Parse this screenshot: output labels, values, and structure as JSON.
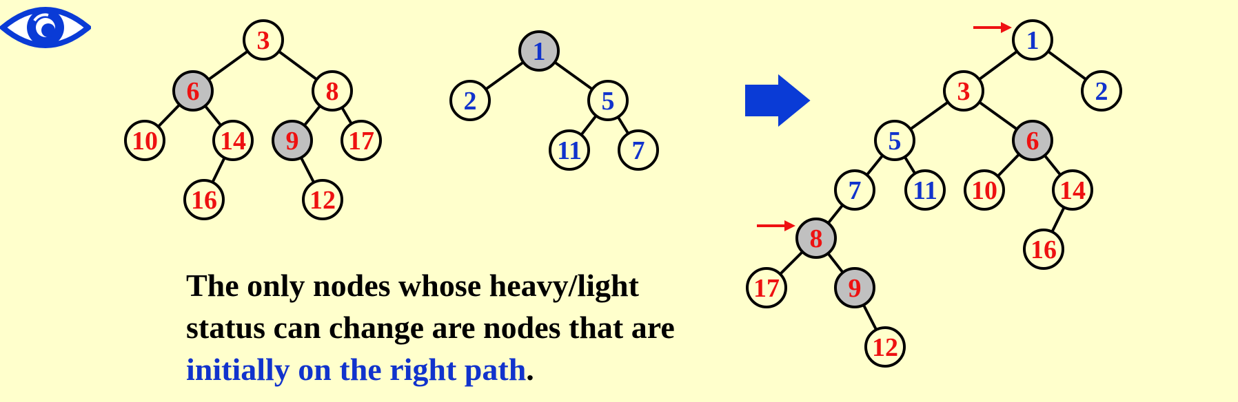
{
  "colors": {
    "background": "#ffffcc",
    "heap_a_label": "#ee1111",
    "heap_b_label": "#1133cc",
    "light_node_fill": "#ffffcc",
    "heavy_node_fill": "#c0c0c0",
    "node_stroke": "#000000",
    "arrow": "#0a3bd6",
    "pointer_arrow": "#ee1111",
    "eye": "#0a3bd6"
  },
  "heap_a": {
    "nodes": [
      {
        "id": "a3",
        "key": "3",
        "heavy": false,
        "heap": "a"
      },
      {
        "id": "a6",
        "key": "6",
        "heavy": true,
        "heap": "a"
      },
      {
        "id": "a8",
        "key": "8",
        "heavy": false,
        "heap": "a"
      },
      {
        "id": "a10",
        "key": "10",
        "heavy": false,
        "heap": "a"
      },
      {
        "id": "a14",
        "key": "14",
        "heavy": false,
        "heap": "a"
      },
      {
        "id": "a9",
        "key": "9",
        "heavy": true,
        "heap": "a"
      },
      {
        "id": "a17",
        "key": "17",
        "heavy": false,
        "heap": "a"
      },
      {
        "id": "a16",
        "key": "16",
        "heavy": false,
        "heap": "a"
      },
      {
        "id": "a12",
        "key": "12",
        "heavy": false,
        "heap": "a"
      }
    ],
    "edges": [
      [
        "a3",
        "a6"
      ],
      [
        "a3",
        "a8"
      ],
      [
        "a6",
        "a10"
      ],
      [
        "a6",
        "a14"
      ],
      [
        "a8",
        "a9"
      ],
      [
        "a8",
        "a17"
      ],
      [
        "a14",
        "a16"
      ],
      [
        "a9",
        "a12"
      ]
    ]
  },
  "heap_b": {
    "nodes": [
      {
        "id": "b1",
        "key": "1",
        "heavy": true,
        "heap": "b"
      },
      {
        "id": "b2",
        "key": "2",
        "heavy": false,
        "heap": "b"
      },
      {
        "id": "b5",
        "key": "5",
        "heavy": false,
        "heap": "b"
      },
      {
        "id": "b11",
        "key": "11",
        "heavy": false,
        "heap": "b"
      },
      {
        "id": "b7",
        "key": "7",
        "heavy": false,
        "heap": "b"
      }
    ],
    "edges": [
      [
        "b1",
        "b2"
      ],
      [
        "b1",
        "b5"
      ],
      [
        "b5",
        "b11"
      ],
      [
        "b5",
        "b7"
      ]
    ]
  },
  "merge_arrow": {
    "icon": "right-arrow-icon"
  },
  "merged": {
    "nodes": [
      {
        "id": "m1",
        "key": "1",
        "heavy": false,
        "heap": "b"
      },
      {
        "id": "m3",
        "key": "3",
        "heavy": false,
        "heap": "a"
      },
      {
        "id": "m2",
        "key": "2",
        "heavy": false,
        "heap": "b"
      },
      {
        "id": "m5",
        "key": "5",
        "heavy": false,
        "heap": "b"
      },
      {
        "id": "m6",
        "key": "6",
        "heavy": true,
        "heap": "a"
      },
      {
        "id": "m7",
        "key": "7",
        "heavy": false,
        "heap": "b"
      },
      {
        "id": "m11",
        "key": "11",
        "heavy": false,
        "heap": "b"
      },
      {
        "id": "m10",
        "key": "10",
        "heavy": false,
        "heap": "a"
      },
      {
        "id": "m14",
        "key": "14",
        "heavy": false,
        "heap": "a"
      },
      {
        "id": "m8",
        "key": "8",
        "heavy": true,
        "heap": "a"
      },
      {
        "id": "m16",
        "key": "16",
        "heavy": false,
        "heap": "a"
      },
      {
        "id": "m17",
        "key": "17",
        "heavy": false,
        "heap": "a"
      },
      {
        "id": "m9",
        "key": "9",
        "heavy": true,
        "heap": "a"
      },
      {
        "id": "m12",
        "key": "12",
        "heavy": false,
        "heap": "a"
      }
    ],
    "edges": [
      [
        "m1",
        "m3"
      ],
      [
        "m1",
        "m2"
      ],
      [
        "m3",
        "m5"
      ],
      [
        "m3",
        "m6"
      ],
      [
        "m5",
        "m7"
      ],
      [
        "m5",
        "m11"
      ],
      [
        "m6",
        "m10"
      ],
      [
        "m6",
        "m14"
      ],
      [
        "m7",
        "m8"
      ],
      [
        "m14",
        "m16"
      ],
      [
        "m8",
        "m17"
      ],
      [
        "m8",
        "m9"
      ],
      [
        "m9",
        "m12"
      ]
    ],
    "pointers": [
      {
        "target": "m1",
        "icon": "red-pointer-arrow-icon"
      },
      {
        "target": "m8",
        "icon": "red-pointer-arrow-icon"
      }
    ]
  },
  "note": {
    "icon": "eye-icon",
    "line1": "The only nodes whose heavy/light",
    "line2": "status can change are nodes that are",
    "highlight": "initially on the right path",
    "end": "."
  }
}
